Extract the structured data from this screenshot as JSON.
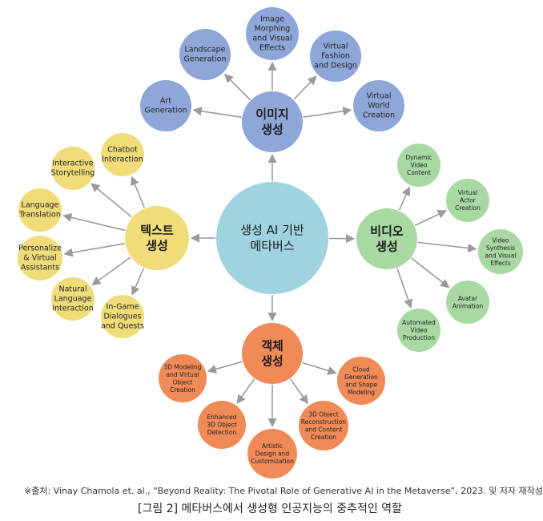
{
  "center": {
    "lines": [
      "생성 AI 기반",
      "메타버스"
    ]
  },
  "colors": {
    "center": "#9ed3df",
    "image": "#8fa7d8",
    "video": "#a9d9a3",
    "text": "#f0dc78",
    "object": "#f08a57",
    "arrow": "#9a9a9a"
  },
  "hubs": {
    "image": {
      "lines": [
        "이미지",
        "생성"
      ]
    },
    "video": {
      "lines": [
        "비디오",
        "생성"
      ]
    },
    "text": {
      "lines": [
        "텍스트",
        "생성"
      ]
    },
    "object": {
      "lines": [
        "객체",
        "생성"
      ]
    }
  },
  "leaves": {
    "image": [
      [
        "Art",
        "Generation"
      ],
      [
        "Landscape",
        "Generation"
      ],
      [
        "Image",
        "Morphing",
        "and Visual",
        "Effects"
      ],
      [
        "Virtual",
        "Fashion",
        "and Design"
      ],
      [
        "Virtual",
        "World",
        "Creation"
      ]
    ],
    "video": [
      [
        "Dynamic",
        "Video",
        "Content"
      ],
      [
        "Virtual",
        "Actor",
        "Creation"
      ],
      [
        "Video",
        "Synthesis",
        "and Visual",
        "Effects"
      ],
      [
        "Avatar",
        "Animation"
      ],
      [
        "Automated",
        "Video",
        "Production"
      ]
    ],
    "text": [
      [
        "Chatbot",
        "Interaction"
      ],
      [
        "Interactive",
        "Storytelling"
      ],
      [
        "Language",
        "Translation"
      ],
      [
        "Personalize",
        "& Virtual",
        "Assistants"
      ],
      [
        "Natural",
        "Language",
        "Interaction"
      ],
      [
        "In-Game",
        "Dialogues",
        "and Quests"
      ]
    ],
    "object": [
      [
        "3D Modeling",
        "and Virtual",
        "Object",
        "Creation"
      ],
      [
        "Enhanced",
        "3D Object",
        "Detection"
      ],
      [
        "Artistic",
        "Design and",
        "Customization"
      ],
      [
        "3D Object",
        "Reconstruction",
        "and Content",
        "Creation"
      ],
      [
        "Cloud",
        "Generation",
        "and Shape",
        "Modeling"
      ]
    ]
  },
  "source": "※출처: Vinay Chamola et. al., “Beyond Reality: The Pivotal Role of Generative AI in the Metaverse”, 2023. 및 저자 재작성",
  "caption": "[그림 2] 메타버스에서 생성형 인공지능의 중추적인 역할"
}
